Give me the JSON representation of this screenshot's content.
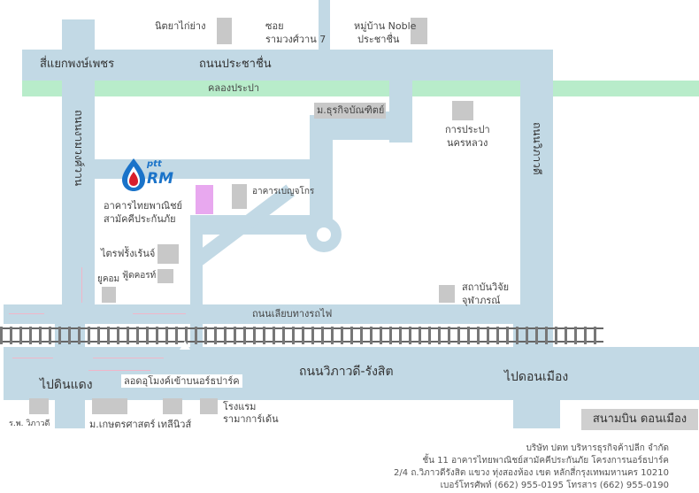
{
  "roads": {
    "prachachuen": "ถนนประชาชื่น",
    "wiphawadi": "ถนนวิภาวดี-รังสิต",
    "liap_rotfai": "ถนนเลียบทางรถไฟ",
    "left_vertical": "ถนนงามวงศ์วาน",
    "right_vertical": "ถนนวิภาวดี"
  },
  "canal": "คลองประปา",
  "places": {
    "pong_phet": "สี่แยกพงษ์เพชร",
    "nitaya": "นิตยาไก่ย่าง",
    "soi_7": [
      "ซอย",
      "รามวงศ์วาน 7"
    ],
    "noble": [
      "หมู่บ้าน Noble",
      "ประชาชื่น"
    ],
    "mor_thurakij": "ม.ธุรกิจบัณฑิตย์",
    "pradap": [
      "การประปา",
      "นครหลวง"
    ],
    "main_building": [
      "อาคารไทยพาณิชย์",
      "สามัคคีประกันภัย"
    ],
    "benjakor": "อาคารเบญจโกร",
    "tri_friends": "ไตรฟร้ังเร้นจ์",
    "foodcourt": "ฟู้ดคอรท์",
    "ucom": "ยูคอม",
    "institute": [
      "สถาบันวิจัย",
      "จุฬาภรณ์"
    ],
    "to_din_daeng": "ไปดินแดง",
    "to_don_mueang": "ไปดอนเมือง",
    "lotus_bridge": "ลอดอุโมงค์เข้าบนอร์ธปาร์ค",
    "ror_phor": "ร.พ. วิภาวดี",
    "kaset": "ม.เกษตรศาสตร์",
    "telenews": "เทลีนิวส์",
    "rama_hotel": [
      "โรงแรม",
      "รามาการ์เด้น"
    ],
    "airport": "สนามบิน ดอนเมือง"
  },
  "logo": {
    "top": "ptt",
    "bottom": "RM"
  },
  "footer": [
    "บริษัท ปตท บริหารธุรกิจค้าปลีก จำกัด",
    "ชั้น 11 อาคารไทยพาณิชย์สามัคคีประกันภัย โครงการนอร์ธปาร์ค",
    "2/4 ถ.วิภาวดีรังสิต แขวง ทุ่งสองห้อง เขต หลักสี่กรุงเทพมหานคร 10210",
    "เบอร์โทรศัพท์ (662) 955-0195 โทรสาร (662) 955-0190"
  ],
  "colors": {
    "road": "#c2d9e5",
    "canal": "#b8ecca",
    "building": "#c8c8c8",
    "highlight": "#e8a8ef",
    "logo_blue": "#1a73c9",
    "logo_red": "#d81e2c"
  }
}
